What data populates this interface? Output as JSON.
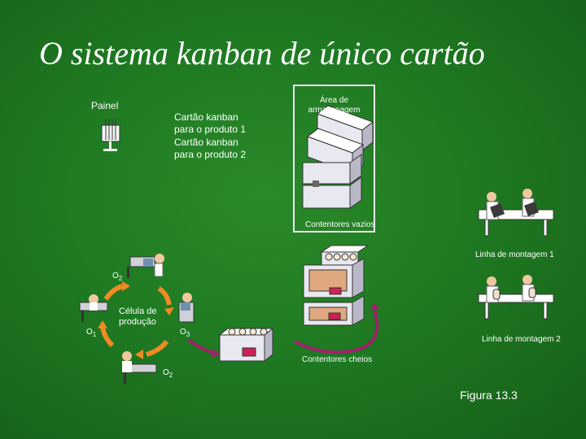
{
  "title": "O sistema kanban de único cartão",
  "panel_label": "Painel",
  "storage_label": "Área de armazenagem",
  "card1_label_line1": "Cartão kanban",
  "card1_label_line2": "para o produto 1",
  "card2_label_line1": "Cartão kanban",
  "card2_label_line2": "para o produto 2",
  "empty_containers_label": "Contentores vazios",
  "full_containers_label": "Contentores cheios",
  "line1_label": "Linha de montagem 1",
  "line2_label": "Linha de montagem 2",
  "cell_label_line1": "Célula de",
  "cell_label_line2": "produção",
  "op_o2_top": "O",
  "op_o2_top_sub": "2",
  "op_o1": "O",
  "op_o1_sub": "1",
  "op_o3": "O",
  "op_o3_sub": "3",
  "op_o2_bottom": "O",
  "op_o2_bottom_sub": "2",
  "figure_label": "Figura 13.3",
  "colors": {
    "background": "#1f7a22",
    "arrow_orange": "#f08a24",
    "arrow_purple": "#a0206a",
    "container_face": "#e8e8f0",
    "container_shade": "#b8b8c8"
  }
}
